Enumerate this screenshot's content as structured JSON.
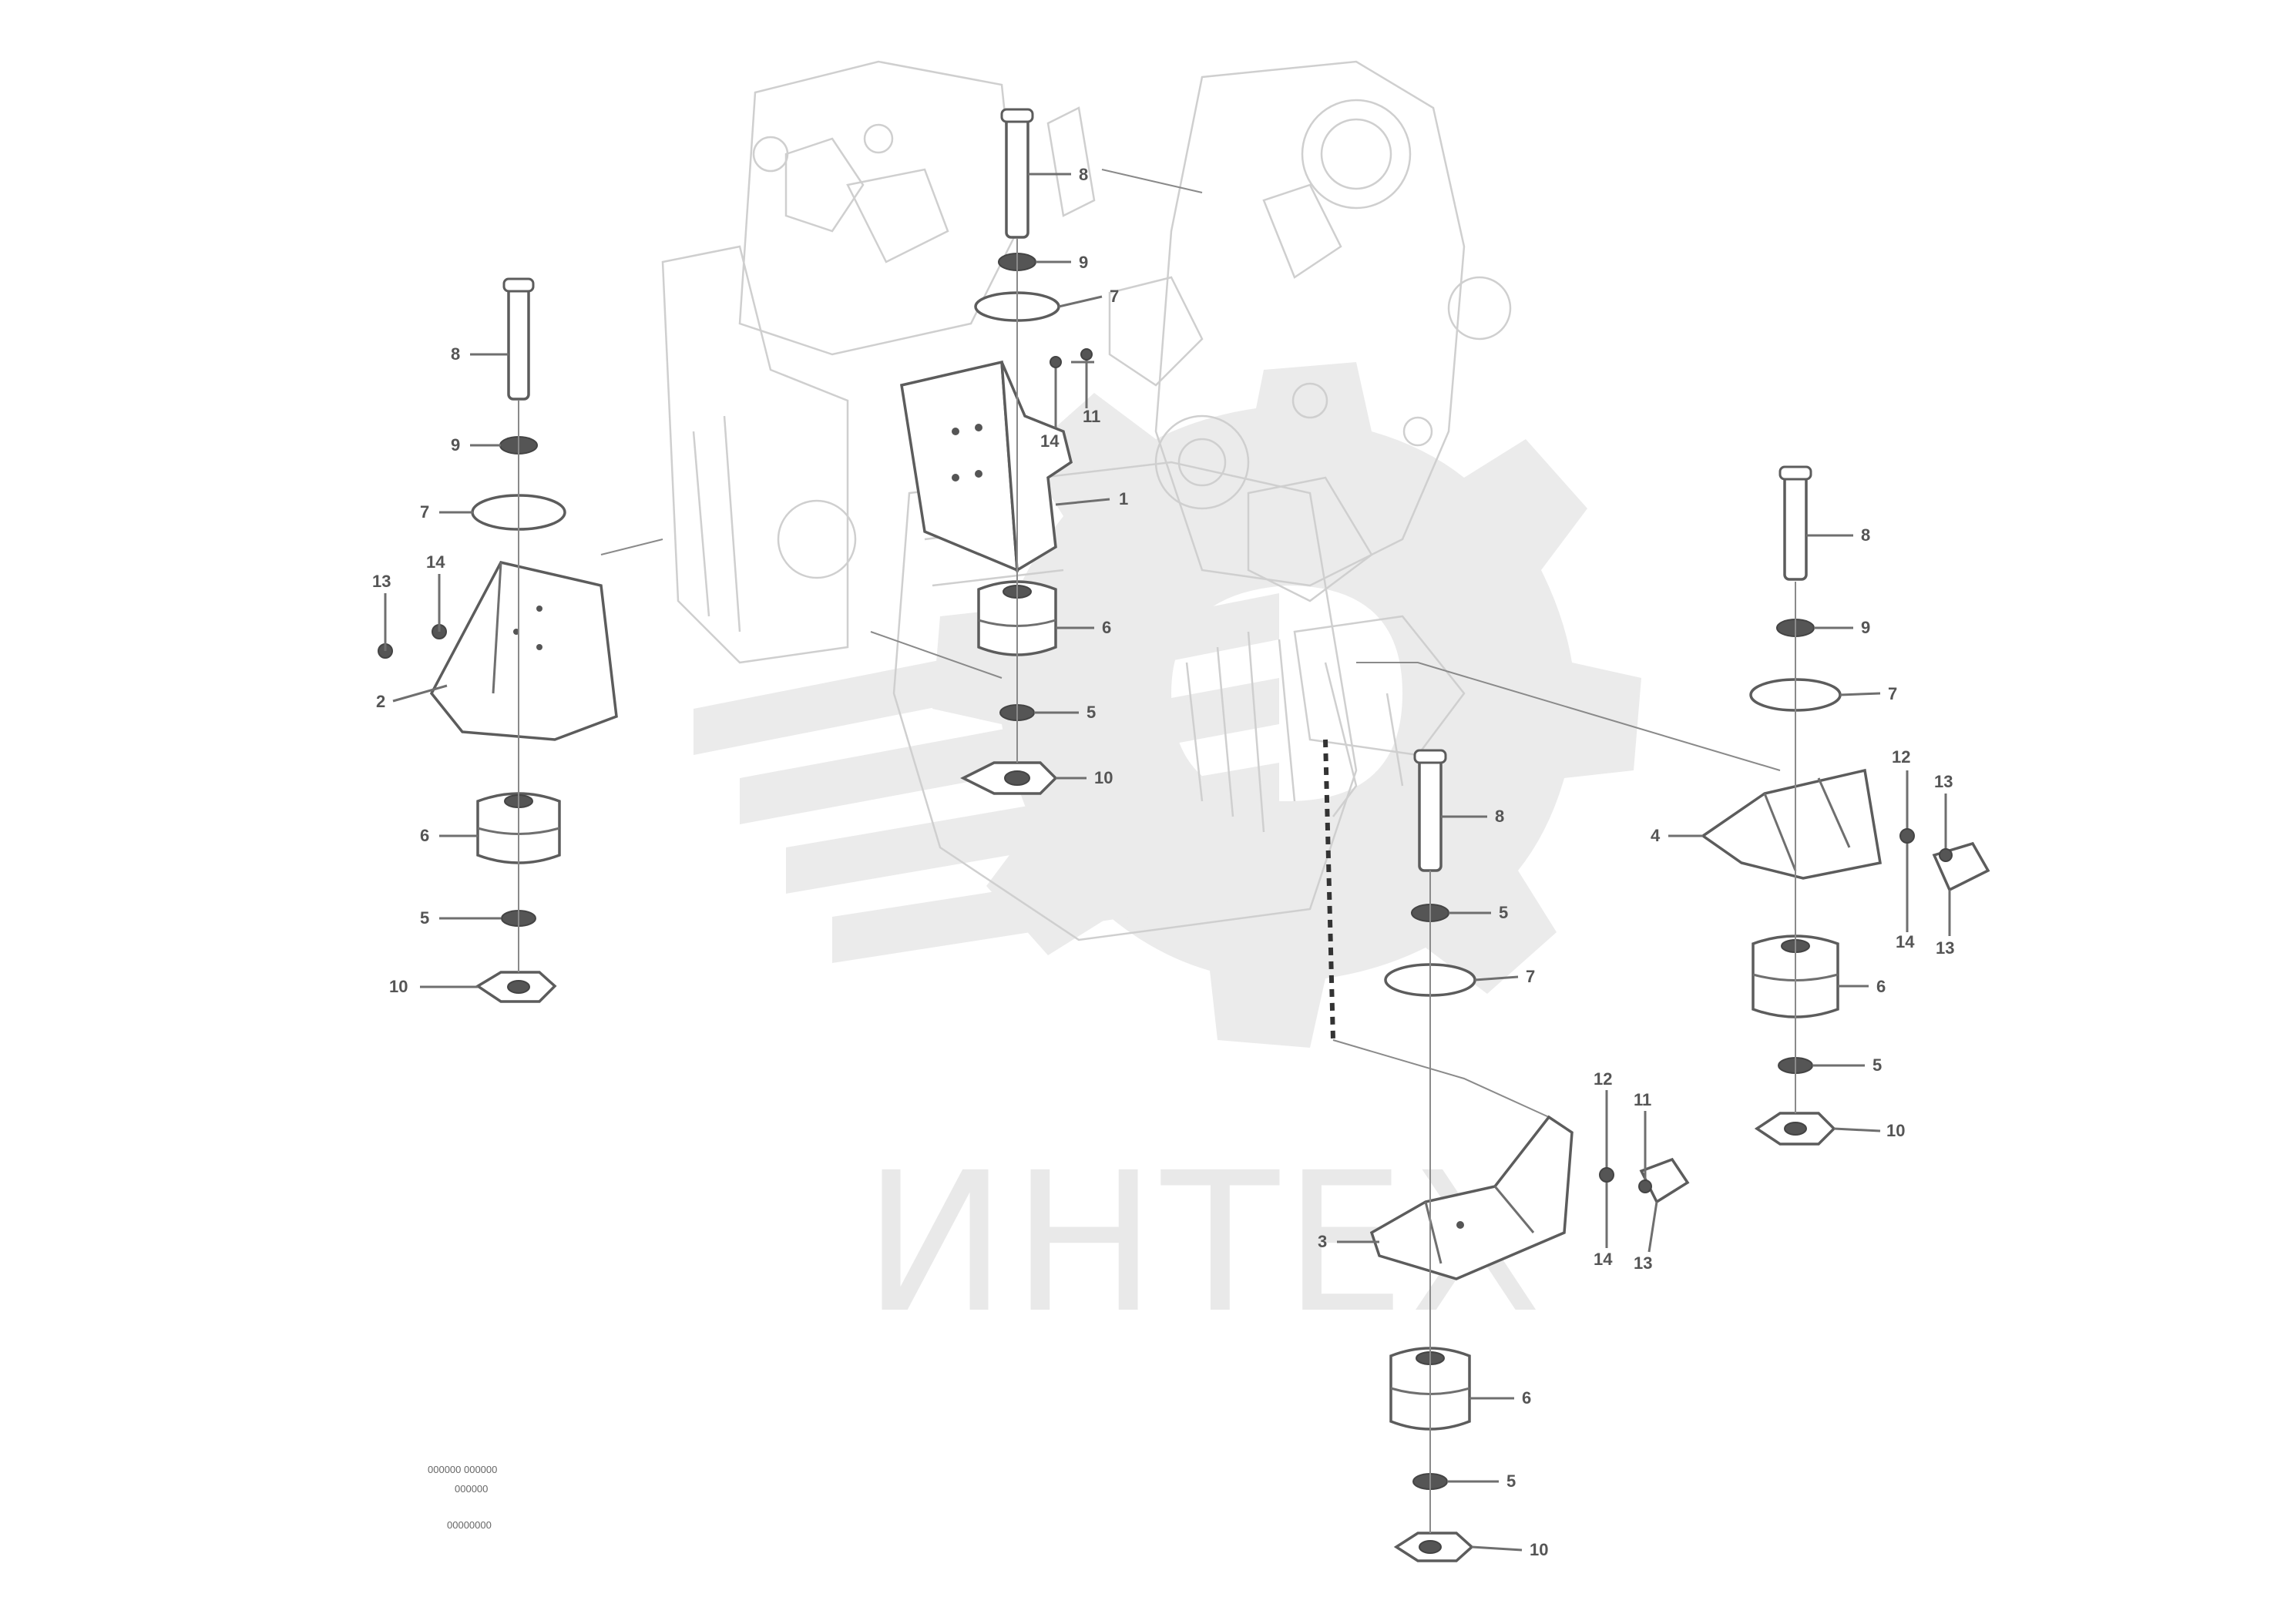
{
  "watermark": {
    "text": "ИНТЕХ"
  },
  "callouts": {
    "left": [
      "8",
      "9",
      "7",
      "14",
      "13",
      "2",
      "6",
      "5",
      "10"
    ],
    "top": [
      "8",
      "9",
      "7",
      "11",
      "14",
      "1",
      "6",
      "5",
      "10"
    ],
    "right": [
      "8",
      "9",
      "7",
      "12",
      "13",
      "4",
      "14",
      "13",
      "6",
      "5",
      "10"
    ],
    "center": [
      "8",
      "5",
      "7",
      "12",
      "11",
      "3",
      "14",
      "13",
      "6",
      "5",
      "10"
    ]
  },
  "reference": {
    "line1": "000000 000000",
    "line2": "000000",
    "line3": "00000000"
  },
  "colors": {
    "line": "#6f6f6f",
    "watermark": "#e9e9e9",
    "engine_sketch": "#cfcfcf"
  }
}
